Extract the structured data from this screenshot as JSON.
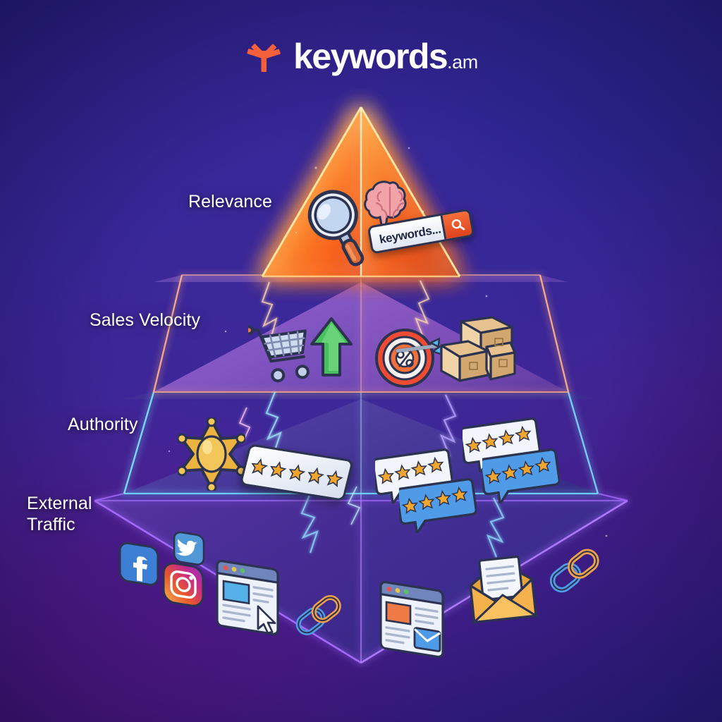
{
  "logo": {
    "mark_icon": "starburst-spark-icon",
    "mark_color": "#f4603a",
    "name": "keywords",
    "tld": ".am"
  },
  "background": {
    "colors": [
      "#2a2189",
      "#372498",
      "#4a1f91",
      "#4a1580",
      "#2e2492"
    ]
  },
  "diagram": {
    "type": "pyramid",
    "orientation": "3d-isometric",
    "tier_count": 4,
    "tiers": [
      {
        "rank": 1,
        "position": "top",
        "label": "Relevance",
        "glow_color": "#ff8a1f",
        "fill_colors": [
          "#ffb648",
          "#ff7a2b",
          "#f2531f"
        ],
        "icons": [
          {
            "name": "magnifying-glass-icon",
            "label": "Magnifying glass"
          },
          {
            "name": "brain-icon",
            "label": "Brain"
          },
          {
            "name": "search-bar-icon",
            "label": "Search bar"
          }
        ],
        "search_bar": {
          "value": "keywords...",
          "button_icon": "search-icon",
          "button_color": "#f0542a"
        }
      },
      {
        "rank": 2,
        "position": "upper-middle",
        "label": "Sales Velocity",
        "glow_color": "#ff9a6b",
        "fill_colors": [
          "#8b5ac4",
          "#a15fb8",
          "#6f4bb8"
        ],
        "icons": [
          {
            "name": "shopping-cart-icon",
            "label": "Shopping cart"
          },
          {
            "name": "growth-arrow-icon",
            "label": "Upward green arrow"
          },
          {
            "name": "target-percent-icon",
            "label": "Target with arrow and percent"
          },
          {
            "name": "cardboard-boxes-icon",
            "label": "Stacked shipping boxes"
          }
        ]
      },
      {
        "rank": 3,
        "position": "lower-middle",
        "label": "Authority",
        "glow_color": "#6fe3ff",
        "fill_colors": [
          "#4b3a9e",
          "#5b45ae",
          "#3e3192"
        ],
        "icons": [
          {
            "name": "sheriff-badge-icon",
            "label": "Gold star badge"
          },
          {
            "name": "five-star-rating-icon",
            "label": "Five star rating card",
            "stars": 5
          },
          {
            "name": "review-bubble-icon",
            "label": "Review speech bubble",
            "stars": 4
          },
          {
            "name": "review-bubble-icon",
            "label": "Review speech bubble",
            "stars": 4
          },
          {
            "name": "review-bubble-icon",
            "label": "Review speech bubble",
            "stars": 4
          },
          {
            "name": "review-bubble-icon",
            "label": "Review speech bubble",
            "stars": 4
          }
        ]
      },
      {
        "rank": 4,
        "position": "base",
        "label": "External\nTraffic",
        "glow_color": "#a76bff",
        "fill_colors": [
          "#4a2f9c",
          "#3b2a8f",
          "#33257f"
        ],
        "icons": [
          {
            "name": "facebook-icon",
            "label": "Facebook"
          },
          {
            "name": "twitter-icon",
            "label": "Twitter bird"
          },
          {
            "name": "instagram-icon",
            "label": "Instagram"
          },
          {
            "name": "browser-window-icon",
            "label": "Website with cursor"
          },
          {
            "name": "chain-link-icon",
            "label": "Backlink chain"
          },
          {
            "name": "browser-email-icon",
            "label": "Website with email"
          },
          {
            "name": "envelope-icon",
            "label": "Open envelope with letter"
          },
          {
            "name": "chain-link-icon",
            "label": "Backlink chain"
          }
        ]
      }
    ],
    "effects": [
      "neon-edge-glow",
      "lightning-bolts",
      "ambient-sparkles"
    ]
  }
}
